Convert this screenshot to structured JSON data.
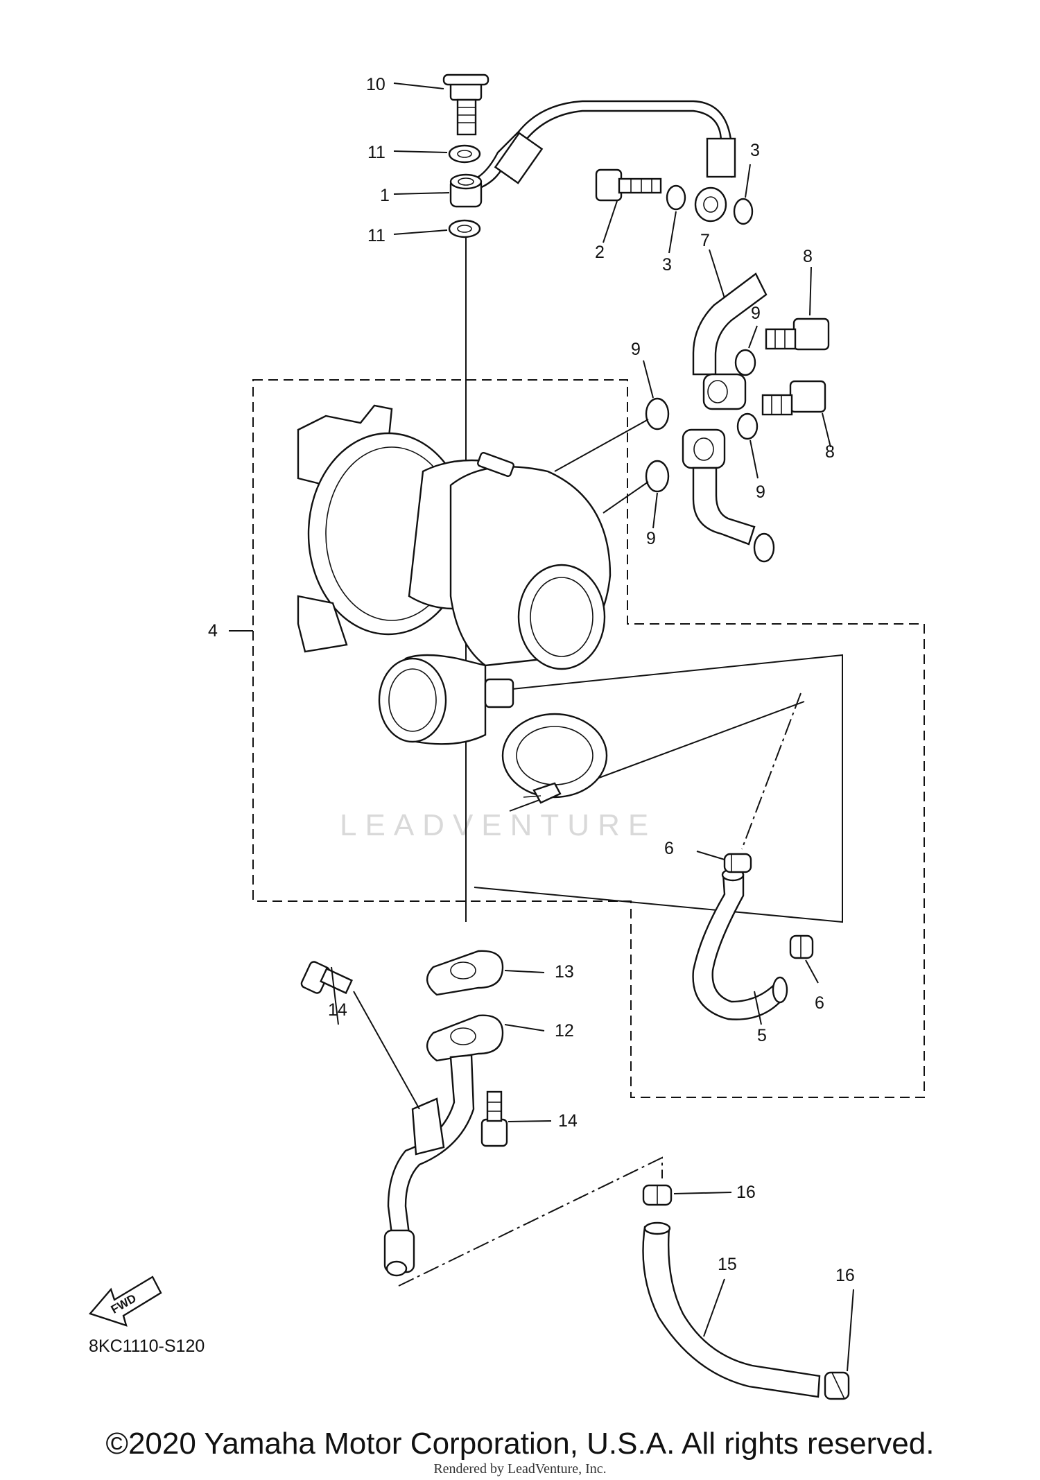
{
  "callouts": {
    "c1": "1",
    "c2": "2",
    "c3a": "3",
    "c3b": "3",
    "c4": "4",
    "c5": "5",
    "c6a": "6",
    "c6b": "6",
    "c7": "7",
    "c8a": "8",
    "c8b": "8",
    "c9a": "9",
    "c9b": "9",
    "c9c": "9",
    "c9d": "9",
    "c10": "10",
    "c11a": "11",
    "c11b": "11",
    "c12": "12",
    "c13": "13",
    "c14a": "14",
    "c14b": "14",
    "c15": "15",
    "c16a": "16",
    "c16b": "16"
  },
  "fwd_label": "FWD",
  "diagram_code": "8KC1110-S120",
  "watermark": "LEADVENTURE",
  "copyright": "©2020 Yamaha Motor Corporation, U.S.A. All rights reserved.",
  "rendered_by": "Rendered by LeadVenture, Inc."
}
